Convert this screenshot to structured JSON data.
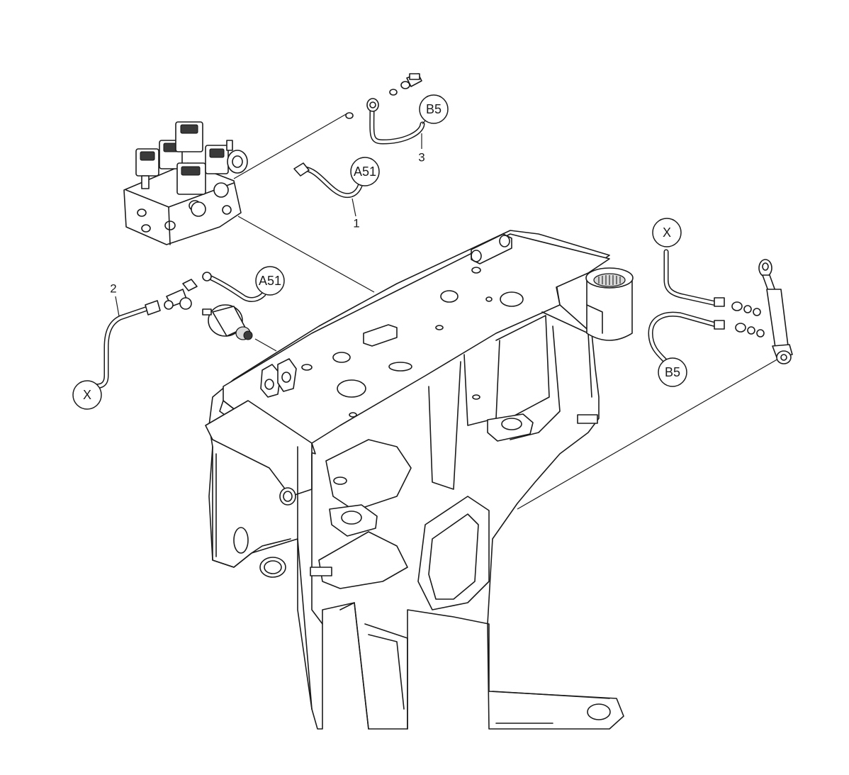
{
  "callouts": {
    "b5_top": "B5",
    "a51_top": "A51",
    "a51_left": "A51",
    "x_left": "X",
    "x_right": "X",
    "b5_right": "B5"
  },
  "item_numbers": {
    "hose_1": "1",
    "hose_2": "2",
    "hose_3": "3"
  }
}
